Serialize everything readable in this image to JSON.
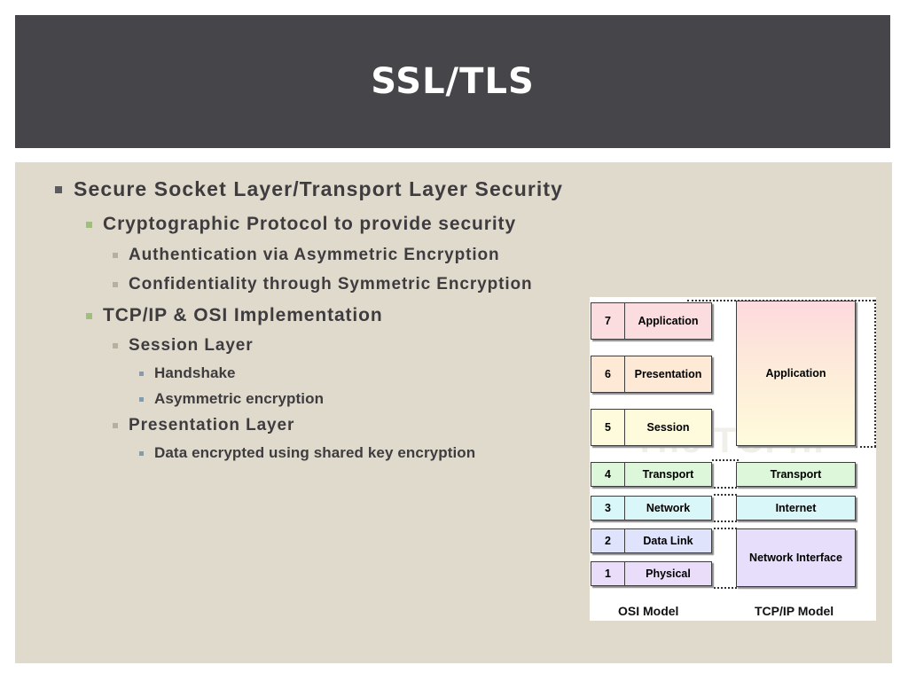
{
  "slide": {
    "title": "SSL/TLS",
    "bullets": {
      "b1": "Secure Socket Layer/Transport Layer Security",
      "b1a": "Cryptographic Protocol to provide security",
      "b1a1": "Authentication via Asymmetric Encryption",
      "b1a2": "Confidentiality through Symmetric Encryption",
      "b1b": "TCP/IP & OSI Implementation",
      "b1b1": "Session Layer",
      "b1b1a": "Handshake",
      "b1b1b": "Asymmetric encryption",
      "b1b2": "Presentation Layer",
      "b1b2a": "Data encrypted using shared key encryption"
    }
  },
  "diagram": {
    "watermark": "The TCP/IP",
    "osi_label": "OSI Model",
    "tcpip_label": "TCP/IP Model",
    "osi_layers": [
      {
        "num": "7",
        "name": "Application",
        "color": "#fbdcdf"
      },
      {
        "num": "6",
        "name": "Presentation",
        "color": "#fde9d6"
      },
      {
        "num": "5",
        "name": "Session",
        "color": "#fdfbdc"
      },
      {
        "num": "4",
        "name": "Transport",
        "color": "#dcf7d9"
      },
      {
        "num": "3",
        "name": "Network",
        "color": "#d9f6f8"
      },
      {
        "num": "2",
        "name": "Data Link",
        "color": "#dfe3fb"
      },
      {
        "num": "1",
        "name": "Physical",
        "color": "#e9ddfa"
      }
    ],
    "tcpip_layers": [
      {
        "name": "Application",
        "color_top": "#fdd9de",
        "color_bottom": "#fefbdc"
      },
      {
        "name": "Transport",
        "color": "#dcf7d9"
      },
      {
        "name": "Internet",
        "color": "#d9f6f8"
      },
      {
        "name": "Network Interface",
        "color": "#e6defa"
      }
    ]
  }
}
